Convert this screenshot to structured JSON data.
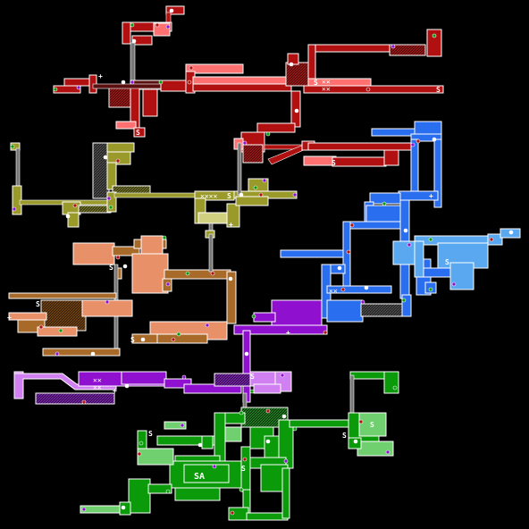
{
  "map": {
    "title": "",
    "background": "#000000",
    "markers": {
      "save": "S",
      "save_station": "SA",
      "health": "+"
    },
    "region_colors": {
      "crimson": "#b01010",
      "salmon": "#ff7070",
      "olive": "#9a9a2a",
      "blue": "#2a6ef0",
      "lightblue": "#5aa8f0",
      "tan": "#e89068",
      "brown": "#a86a28",
      "purple": "#9010d0",
      "lavender": "#d080f0",
      "green": "#0a9a0a",
      "lightgreen": "#70d070"
    },
    "labels": {
      "s1": "S",
      "s2": "S",
      "s3": "S",
      "s4": "S",
      "s5": "S",
      "s6": "S",
      "s7": "S",
      "s8": "S",
      "s9": "S",
      "s10": "S",
      "s11": "S",
      "s12": "S",
      "s13": "S",
      "s14": "S",
      "sa": "SA",
      "x1": "✕✕",
      "x2": "✕✕✕✕",
      "x3": "✕✕",
      "x4": "✕✕",
      "p1": "+",
      "p2": "+",
      "p3": "+",
      "p4": "+",
      "p5": "+",
      "p6": "+"
    }
  }
}
